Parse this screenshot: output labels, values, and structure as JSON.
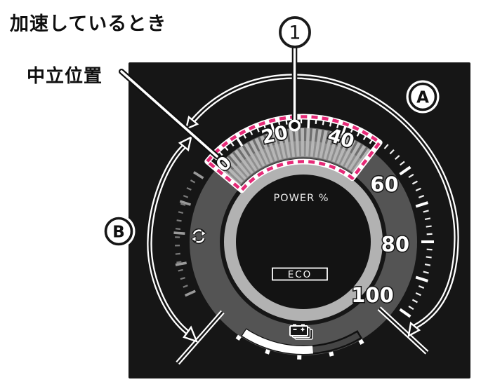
{
  "title": "加速しているとき",
  "annotations": {
    "neutral_label": "中立位置",
    "callout_1": "1",
    "callout_a": "A",
    "callout_b": "B",
    "callout_a_meaning": "power-side-range-arrow",
    "callout_b_meaning": "charge-side-range-arrow"
  },
  "gauge": {
    "unit_label": "POWER %",
    "eco_label": "ECO",
    "scale_numbers": [
      "0",
      "20",
      "40",
      "60",
      "80",
      "100"
    ],
    "scale_min": 0,
    "scale_max": 100,
    "minor_tick_step": 2,
    "major_tick_step": 10,
    "highlight_range": [
      0,
      50
    ],
    "icons": [
      "charge-arrows-icon",
      "battery-icon"
    ],
    "battery_bar": {
      "fill_ratio": 0.6,
      "tick_count": 5
    }
  },
  "colors": {
    "panel": "#161616",
    "highlight_pink": "#e62a77",
    "donut_gray": "#545454",
    "face_ring_gray": "#b2b2b2",
    "bar_gray": "#b6b6b6",
    "inner_wash_gray": "#8f8f8f",
    "sector_bg_gray": "#6f6f6f",
    "charge_tick_gray": "#8a8a8a",
    "white": "#ffffff"
  }
}
